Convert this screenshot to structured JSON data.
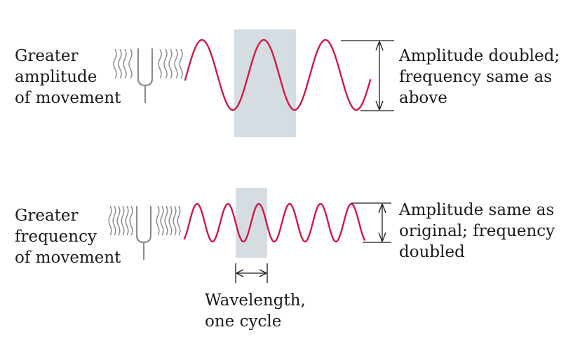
{
  "colors": {
    "wave": "#d11a44",
    "highlight": "#d5dde3",
    "ink": "#1a1a1a",
    "fork": "#8c8c8c",
    "vibration_lines": "#8c8c8c"
  },
  "panels": [
    {
      "left_label": [
        "Greater",
        "amplitude",
        "of movement"
      ],
      "right_label": [
        "Amplitude doubled;",
        "frequency same as",
        "above"
      ],
      "icon": "tuning-fork-icon"
    },
    {
      "left_label": [
        "Greater",
        "frequency",
        "of movement"
      ],
      "right_label": [
        "Amplitude same as",
        "original; frequency",
        "doubled"
      ],
      "icon": "tuning-fork-icon"
    }
  ],
  "wavelength_label": [
    "Wavelength,",
    "one cycle"
  ]
}
